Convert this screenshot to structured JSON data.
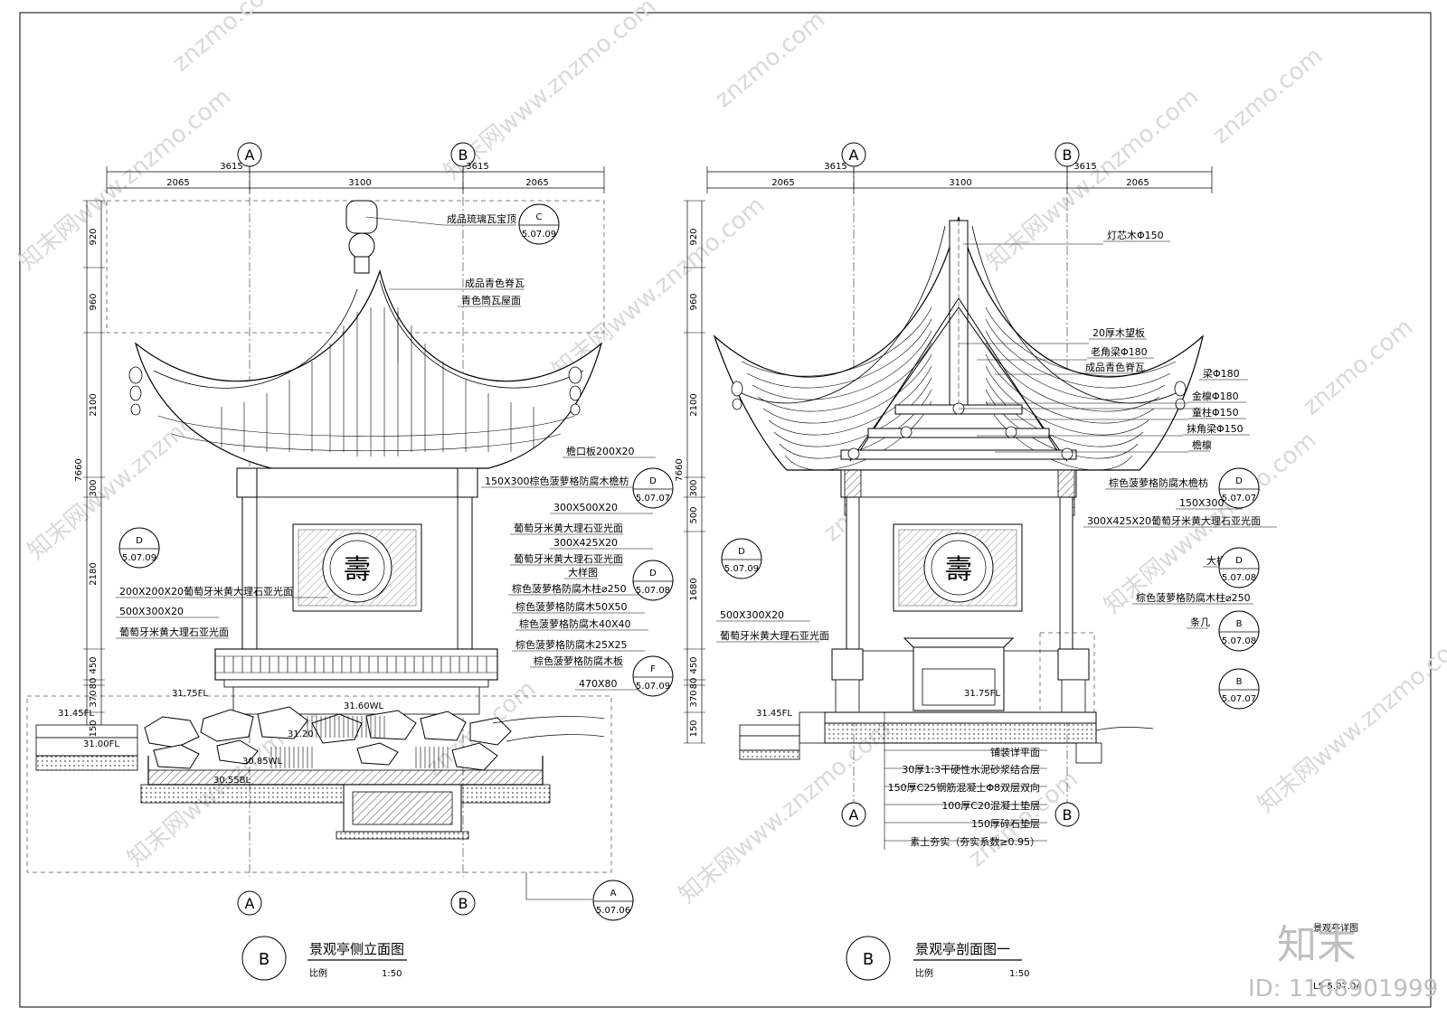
{
  "left_drawing": {
    "title": "景观亭侧立面图",
    "scale_label": "比例",
    "scale_value": "1:50",
    "detail_tag": "B",
    "axes": [
      "A",
      "B"
    ],
    "dims_top": [
      "3615",
      "3615"
    ],
    "dims_mid": [
      "2065",
      "3100",
      "2065"
    ],
    "dims_vertical": [
      "920",
      "960",
      "2100",
      "300",
      "2180",
      "450",
      "80",
      "370",
      "150",
      "7660"
    ],
    "elevations": [
      "31.75FL",
      "31.45FL",
      "31.00FL",
      "31.60WL",
      "31.20",
      "30.85WL",
      "30.55BL"
    ],
    "notes": [
      "成品琉璃瓦宝顶",
      "成品青色脊瓦",
      "青色筒瓦屋面",
      "檐口板200X20",
      "150X300棕色菠萝格防腐木檐枋",
      "300X500X20",
      "葡萄牙米黄大理石亚光面",
      "300X425X20",
      "葡萄牙米黄大理石亚光面",
      "大样图",
      "棕色菠萝格防腐木柱⌀250",
      "棕色菠萝格防腐木50X50",
      "棕色菠萝格防腐木40X40",
      "棕色菠萝格防腐木25X25",
      "棕色菠萝格防腐木板",
      "470X80",
      "200X200X20葡萄牙米黄大理石亚光面",
      "500X300X20",
      "葡萄牙米黄大理石亚光面"
    ],
    "callouts": [
      {
        "letter": "C",
        "ref": "5.07.09"
      },
      {
        "letter": "D",
        "ref": "5.07.07"
      },
      {
        "letter": "D",
        "ref": "5.07.09"
      },
      {
        "letter": "D",
        "ref": "5.07.08"
      },
      {
        "letter": "F",
        "ref": "5.07.09"
      },
      {
        "letter": "A",
        "ref": "5.07.06"
      }
    ]
  },
  "right_drawing": {
    "title": "景观亭剖面图一",
    "scale_label": "比例",
    "scale_value": "1:50",
    "detail_tag": "B",
    "axes": [
      "A",
      "B"
    ],
    "dims_top": [
      "3615",
      "3615"
    ],
    "dims_mid": [
      "2065",
      "3100",
      "2065"
    ],
    "dims_vertical": [
      "920",
      "960",
      "2100",
      "300",
      "500",
      "1680",
      "450",
      "80",
      "370",
      "150",
      "7660"
    ],
    "elevations": [
      "31.45FL",
      "31.75FL"
    ],
    "notes": [
      "灯芯木Φ150",
      "20厚木望板",
      "老角梁Φ180",
      "成品青色脊瓦",
      "梁Φ180",
      "金檩Φ180",
      "童柱Φ150",
      "抹角梁Φ150",
      "檐檩",
      "棕色菠萝格防腐木檐枋",
      "150X300",
      "300X425X20葡萄牙米黄大理石亚光面",
      "大样图",
      "棕色菠萝格防腐木柱⌀250",
      "条几",
      "500X300X20",
      "葡萄牙米黄大理石亚光面"
    ],
    "layers": [
      "铺装详平面",
      "30厚1:3干硬性水泥砂浆结合层",
      "150厚C25钢筋混凝土Φ8双层双向",
      "100厚C20混凝土垫层",
      "150厚碎石垫层",
      "素土夯实（夯实系数≥0.95）"
    ],
    "callouts": [
      {
        "letter": "D",
        "ref": "5.07.07"
      },
      {
        "letter": "D",
        "ref": "5.07.09"
      },
      {
        "letter": "D",
        "ref": "5.07.08"
      },
      {
        "letter": "B",
        "ref": "5.07.08"
      },
      {
        "letter": "B",
        "ref": "5.07.07"
      }
    ]
  },
  "sheet": {
    "corner_title": "景观亭详图",
    "sheet_number": "LS-5.07.04"
  },
  "watermark": {
    "brand": "知末",
    "id": "ID: 1168901999",
    "site": "znzmo.com",
    "site_cn": "知末网www.znzmo.com"
  }
}
